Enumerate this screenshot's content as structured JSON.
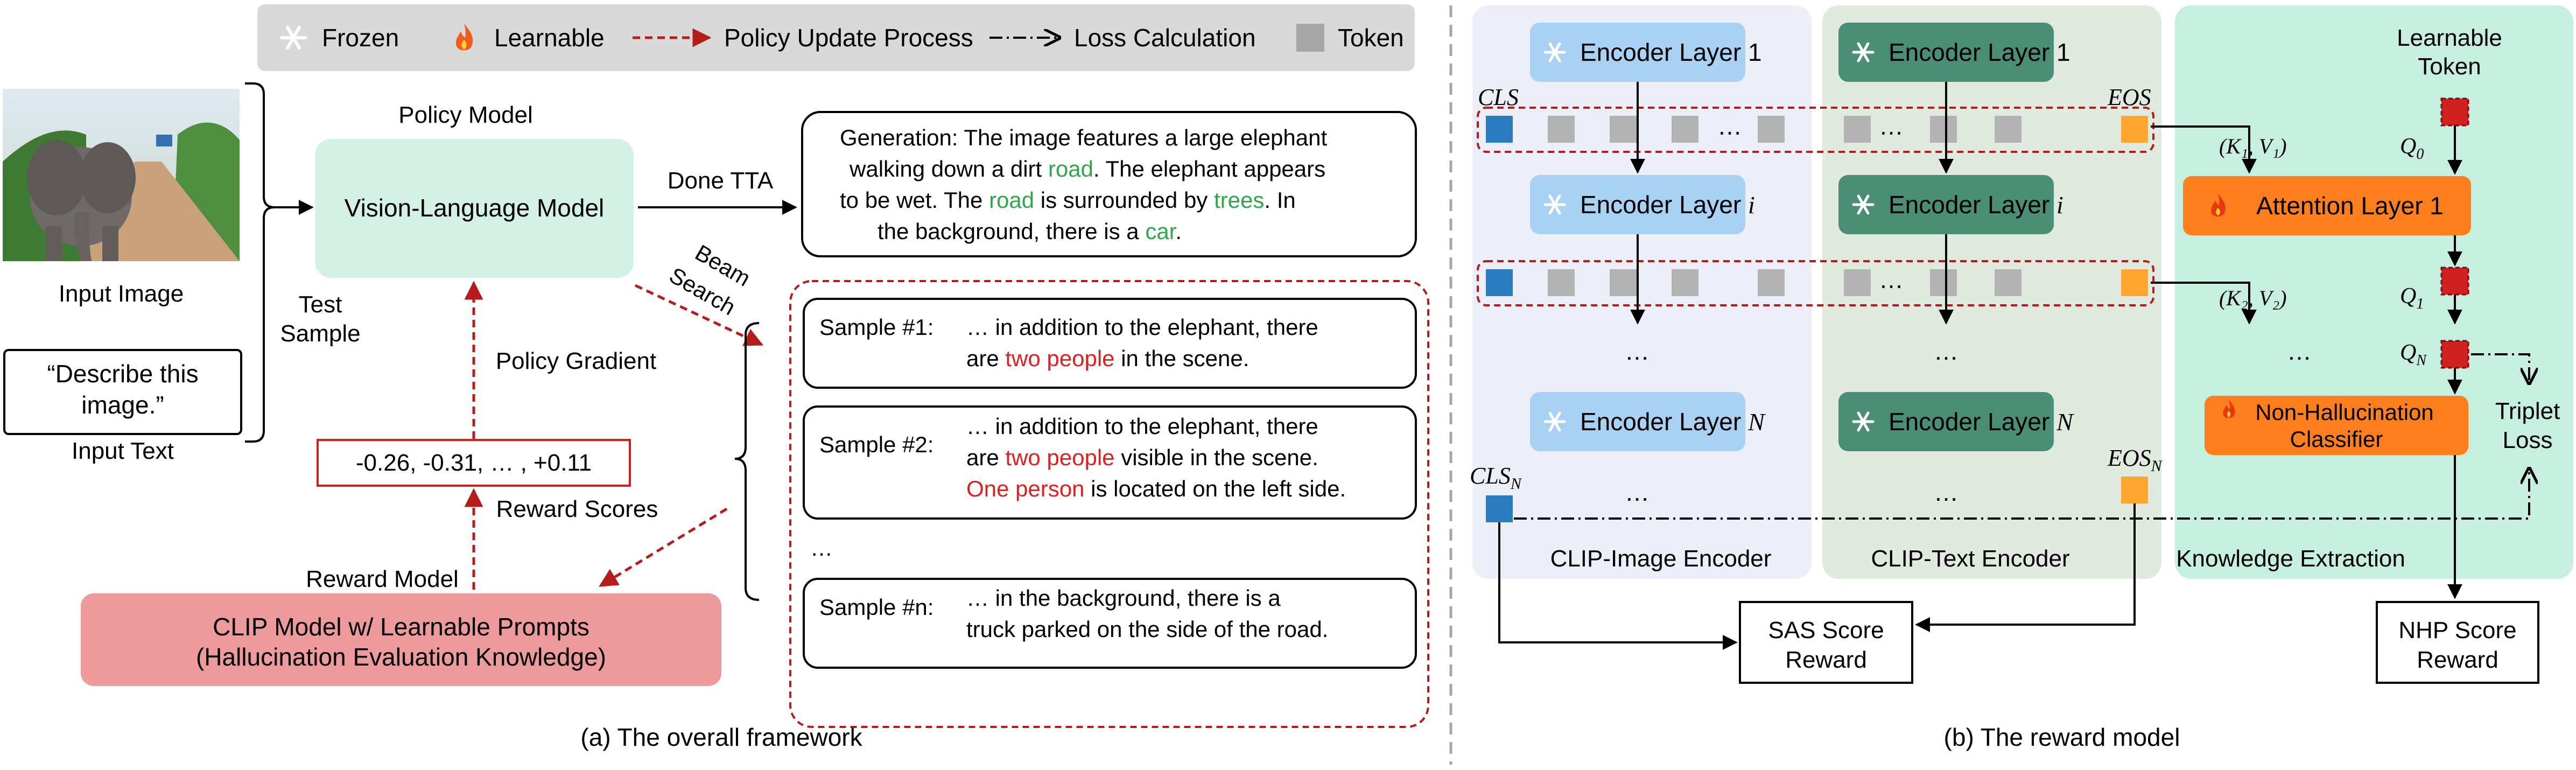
{
  "legend": {
    "frozen": "Frozen",
    "learnable": "Learnable",
    "policy_update": "Policy Update Process",
    "loss_calc": "Loss Calculation",
    "token": "Token",
    "frozen_icon": "snowflake-icon",
    "learnable_icon": "flame-icon"
  },
  "colors": {
    "policy_model_fill": "#d3f1e4",
    "reward_model_fill": "#ec9a9c",
    "red_text": "#e02020",
    "green_text": "#2fa64a",
    "dark_red": "#b71c1c",
    "image_panel": "#eceef8",
    "text_panel": "#e0eadf",
    "knowledge_panel": "#c7efe0",
    "blue_layer": "#a9d1f3",
    "green_layer": "#4a8f75",
    "orange_layer": "#ff7f1e",
    "cls_token": "#2b7cc1",
    "eos_token": "#ffa630",
    "gray_token": "#b3b3b3",
    "query_token": "#d0201f"
  },
  "panel_a": {
    "caption": "(a) The overall framework",
    "input_image_label": "Input Image",
    "input_text": "“Describe this image.”",
    "input_text_label": "Input Text",
    "test_sample_line1": "Test",
    "test_sample_line2": "Sample",
    "policy_model_label": "Policy Model",
    "vlm_label": "Vision-Language Model",
    "done_tta": "Done TTA",
    "beam_line1": "Beam",
    "beam_line2": "Search",
    "policy_gradient": "Policy Gradient",
    "reward_scores_value": "-0.26, -0.31, …  , +0.11",
    "reward_scores_label": "Reward Scores",
    "reward_model_label": "Reward Model",
    "clip_line1": "CLIP Model w/ Learnable Prompts",
    "clip_line2": "(Hallucination Evaluation Knowledge)",
    "generation": {
      "l1": "Generation: The image features a large elephant",
      "l2_a": "walking down a dirt ",
      "l2_b": "road",
      "l2_c": ". The elephant appears",
      "l3_a": "to be wet. The ",
      "l3_b": "road",
      "l3_c": " is surrounded by ",
      "l3_d": "trees",
      "l3_e": ". In",
      "l4_a": "the background, there is a ",
      "l4_b": "car",
      "l4_c": "."
    },
    "samples": [
      {
        "label": "Sample #1:",
        "l1": "… in addition to the elephant, there",
        "l2_a": "are ",
        "l2_b": "two people",
        "l2_c": " in the scene."
      },
      {
        "label": "Sample #2:",
        "l1": "… in addition to the elephant, there",
        "l2_a": "are ",
        "l2_b": "two people",
        "l2_c": " visible in the scene.",
        "l3_a": "One person",
        "l3_b": " is located on the left side."
      },
      {
        "label": "Sample #n:",
        "l1": "… in the background, there is a",
        "l2": "truck parked on the side of the road."
      }
    ],
    "samples_ellipsis": "…"
  },
  "panel_b": {
    "caption": "(b) The reward model",
    "image_encoder_title": "CLIP-Image Encoder",
    "text_encoder_title": "CLIP-Text Encoder",
    "knowledge_title": "Knowledge Extraction",
    "layer1": "Encoder Layer 1",
    "layer_i_prefix": "Encoder Layer ",
    "layer_i_var": "i",
    "layer_n_prefix": "Encoder Layer ",
    "layer_n_var": "N",
    "ellipsis": "…",
    "cls": "CLS",
    "eos": "EOS",
    "cls_n_base": "CLS",
    "cls_n_sub": "N",
    "eos_n_base": "EOS",
    "eos_n_sub": "N",
    "learnable_token_l1": "Learnable",
    "learnable_token_l2": "Token",
    "q0_base": "Q",
    "q0_sub": "0",
    "q1_base": "Q",
    "q1_sub": "1",
    "qn_base": "Q",
    "qn_sub": "N",
    "kv1": "(K₁, V₁)",
    "kv2": "(K₂, V₂)",
    "attention_layer": "Attention Layer 1",
    "classifier_l1": "Non-Hallucination",
    "classifier_l2": "Classifier",
    "triplet_l1": "Triplet",
    "triplet_l2": "Loss",
    "sas_l1": "SAS Score",
    "sas_l2": "Reward",
    "nhp_l1": "NHP Score",
    "nhp_l2": "Reward"
  }
}
